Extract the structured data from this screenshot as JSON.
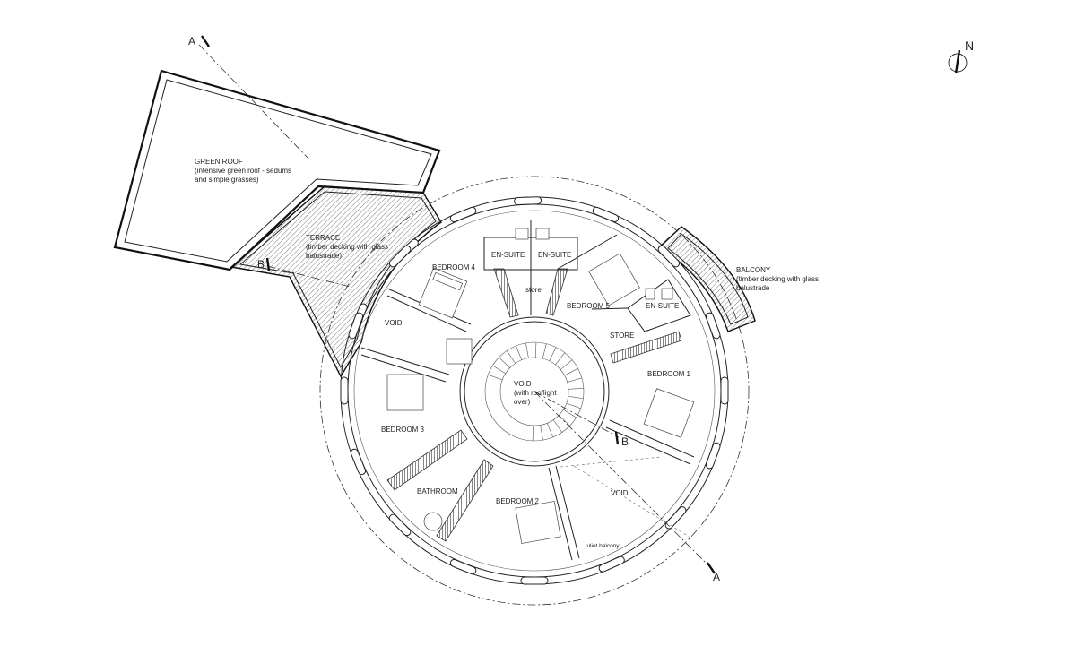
{
  "drawing": {
    "north_label": "N",
    "green_roof": {
      "title": "GREEN ROOF",
      "line1": "(intensive green roof - sedums",
      "line2": "and simple grasses)"
    },
    "terrace": {
      "title": "TERRACE",
      "line1": "(timber decking with glass",
      "line2": "balustrade)"
    },
    "balcony": {
      "title": "BALCONY",
      "line1": "(timber decking with glass",
      "line2": "balustrade"
    },
    "rooms": {
      "bedroom1": "BEDROOM 1",
      "bedroom2": "BEDROOM 2",
      "bedroom3": "BEDROOM 3",
      "bedroom4": "BEDROOM 4",
      "bedroom5": "BEDROOM 5",
      "ensuite_left": "EN-SUITE",
      "ensuite_mid": "EN-SUITE",
      "ensuite_right": "EN-SUITE",
      "store_small": "store",
      "store_large": "STORE",
      "bathroom": "BATHROOM",
      "void_west": "VOID",
      "void_south": "VOID",
      "juliet": "juliet balcony"
    },
    "central_void": {
      "line1": "VOID",
      "line2": "(with rooflight",
      "line3": "over)"
    },
    "sections": {
      "a_top": "A",
      "a_bottom": "A",
      "b_left": "B",
      "b_right": "B"
    },
    "colors": {
      "line": "#222222",
      "background": "#ffffff"
    }
  }
}
